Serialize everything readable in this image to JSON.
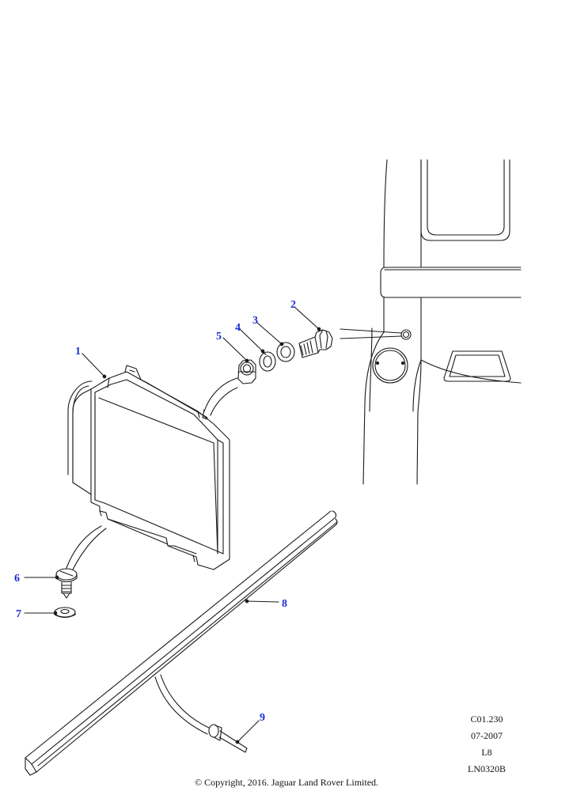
{
  "colors": {
    "line": "#1a1a1a",
    "callout": "#1a2fd1"
  },
  "callouts": {
    "c1": "1",
    "c2": "2",
    "c3": "3",
    "c4": "4",
    "c5": "5",
    "c6": "6",
    "c7": "7",
    "c8": "8",
    "c9": "9"
  },
  "reference": {
    "code": "C01.230",
    "date": "07-2007",
    "level": "L8",
    "illustration": "LN0320B"
  },
  "copyright": "© Copyright, 2016. Jaguar Land Rover Limited."
}
